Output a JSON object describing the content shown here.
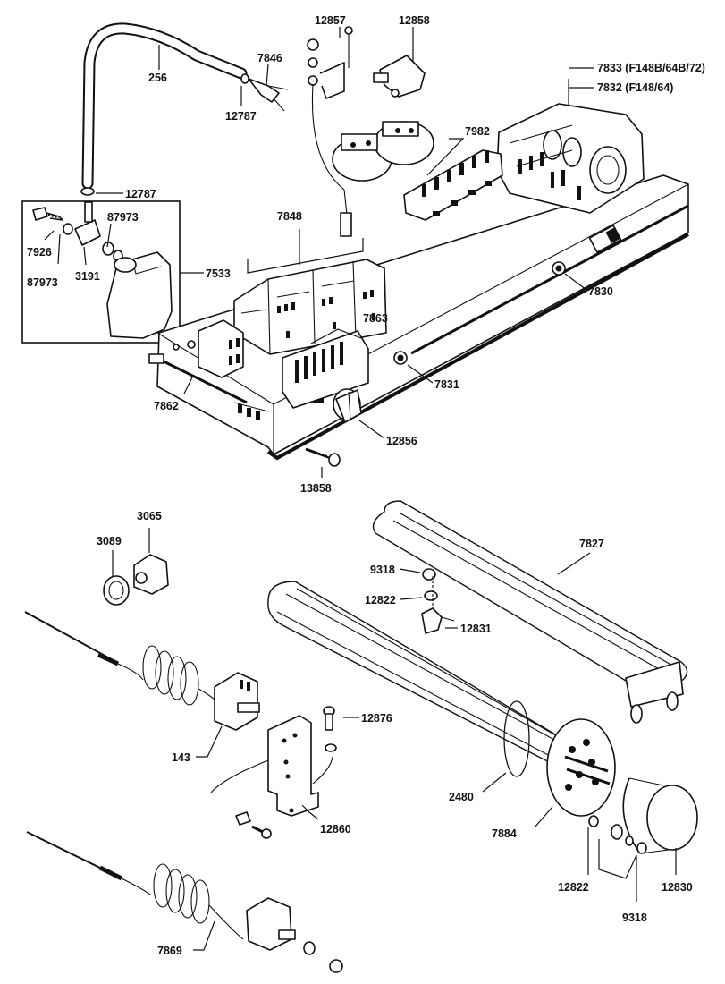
{
  "callouts": [
    {
      "id": "c256",
      "text": "256"
    },
    {
      "id": "c7846",
      "text": "7846"
    },
    {
      "id": "c12787a",
      "text": "12787"
    },
    {
      "id": "c12857",
      "text": "12857"
    },
    {
      "id": "c12858",
      "text": "12858"
    },
    {
      "id": "c7833",
      "text": "7833 (F148B/64B/72)"
    },
    {
      "id": "c7832",
      "text": "7832 (F148/64)"
    },
    {
      "id": "c7982",
      "text": "7982"
    },
    {
      "id": "c12787b",
      "text": "12787"
    },
    {
      "id": "c87973a",
      "text": "87973"
    },
    {
      "id": "c7926",
      "text": "7926"
    },
    {
      "id": "c87973b",
      "text": "87973"
    },
    {
      "id": "c3191",
      "text": "3191"
    },
    {
      "id": "c7533",
      "text": "7533"
    },
    {
      "id": "c7848",
      "text": "7848"
    },
    {
      "id": "c7830",
      "text": "7830"
    },
    {
      "id": "c7863",
      "text": "7863"
    },
    {
      "id": "c7831",
      "text": "7831"
    },
    {
      "id": "c7862",
      "text": "7862"
    },
    {
      "id": "c12856",
      "text": "12856"
    },
    {
      "id": "c13858",
      "text": "13858"
    },
    {
      "id": "c3065",
      "text": "3065"
    },
    {
      "id": "c3089",
      "text": "3089"
    },
    {
      "id": "c7827",
      "text": "7827"
    },
    {
      "id": "c9318a",
      "text": "9318"
    },
    {
      "id": "c12822a",
      "text": "12822"
    },
    {
      "id": "c12831",
      "text": "12831"
    },
    {
      "id": "c12876",
      "text": "12876"
    },
    {
      "id": "c143",
      "text": "143"
    },
    {
      "id": "c12860",
      "text": "12860"
    },
    {
      "id": "c2480",
      "text": "2480"
    },
    {
      "id": "c7884",
      "text": "7884"
    },
    {
      "id": "c12822b",
      "text": "12822"
    },
    {
      "id": "c12830",
      "text": "12830"
    },
    {
      "id": "c9318b",
      "text": "9318"
    },
    {
      "id": "c7869",
      "text": "7869"
    }
  ]
}
